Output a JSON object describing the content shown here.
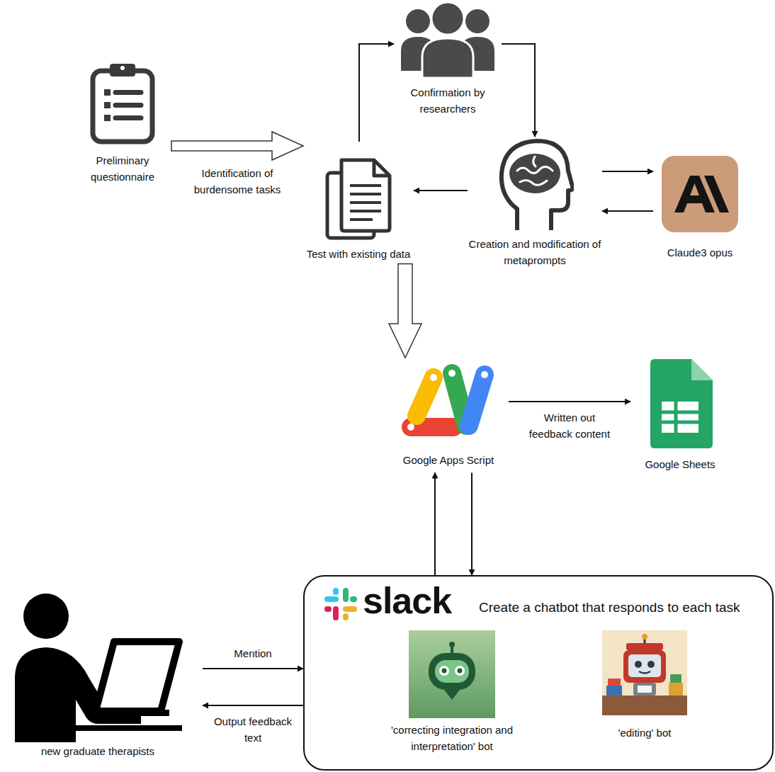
{
  "diagram": {
    "nodes": [
      {
        "text": [
          "Preliminary questionnaire"
        ]
      },
      {
        "text": [
          "Confirmation by researchers"
        ]
      },
      {
        "text": [
          "Test with existing data"
        ]
      },
      {
        "text": [
          "Creation and modification of metaprompts"
        ]
      },
      {
        "text": [
          "Claude3 opus"
        ]
      },
      {
        "text": [
          "Google Apps Script"
        ]
      },
      {
        "text": [
          "Google Sheets"
        ]
      },
      {
        "text": [
          "slack",
          "Create a chatbot that responds to each task"
        ]
      },
      {
        "text": [
          "'correcting integration and interpretation' bot"
        ],
        "in": 7
      },
      {
        "text": [
          "'editing' bot"
        ],
        "in": 7
      },
      {
        "text": [
          "new graduate therapists"
        ]
      }
    ],
    "edges": [
      {
        "from": 0,
        "to": 2,
        "label": "Identification of burdensome tasks",
        "arrow": "to"
      },
      {
        "from": 2,
        "to": 1,
        "arrow": "to"
      },
      {
        "from": 1,
        "to": 3,
        "arrow": "to"
      },
      {
        "from": 3,
        "to": 2,
        "arrow": "to"
      },
      {
        "from": 3,
        "to": 4,
        "arrow": "to"
      },
      {
        "from": 4,
        "to": 3,
        "arrow": "to"
      },
      {
        "from": 2,
        "to": 5,
        "arrow": "to"
      },
      {
        "from": 5,
        "to": 6,
        "label": "Written out feedback content",
        "arrow": "to"
      },
      {
        "from": 7,
        "to": 5,
        "arrow": "to"
      },
      {
        "from": 5,
        "to": 7,
        "arrow": "to"
      },
      {
        "from": 10,
        "to": 7,
        "label": "Mention",
        "arrow": "to"
      },
      {
        "from": 7,
        "to": 10,
        "label": "Output feedback text",
        "arrow": "to"
      }
    ]
  }
}
